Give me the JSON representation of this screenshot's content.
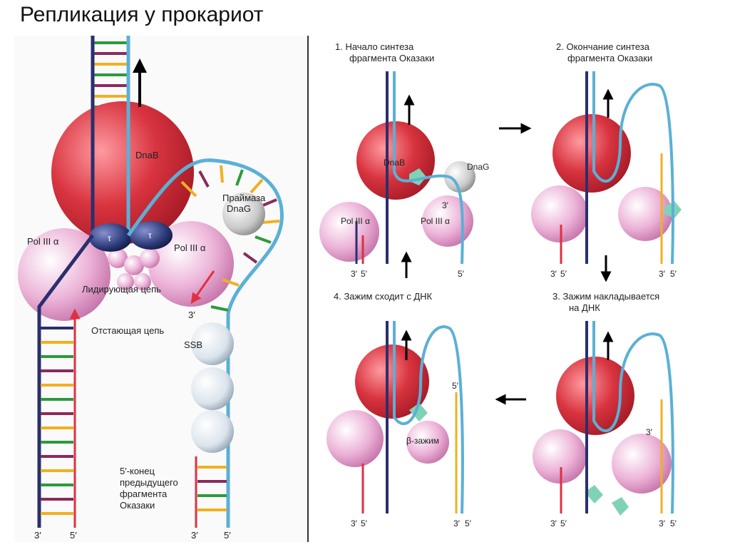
{
  "title": "Репликация у прокариот",
  "left": {
    "dnab": "DnaB",
    "primase_line1": "Праймаза",
    "primase_line2": "DnaG",
    "pol_left": "Pol III α",
    "pol_right": "Pol III α",
    "tau1": "τ",
    "tau2": "τ",
    "leading": "Лидирующая цепь",
    "lagging": "Отстающая цепь",
    "ssb": "SSB",
    "prev_line1": "5′-конец",
    "prev_line2": "предыдущего",
    "prev_line3": "фрагмента",
    "prev_line4": "Оказаки",
    "end_l3": "3′",
    "end_l5": "5′",
    "end_r3": "3′",
    "end_r5": "5′",
    "lag3": "3′"
  },
  "panels": {
    "p1": {
      "title1": "1. Начало синтеза",
      "title2": "фрагмента Оказаки",
      "dnab": "DnaB",
      "dnag": "DnaG",
      "pol_a": "Pol III α",
      "pol_b": "Pol III α",
      "three": "3′",
      "end3": "3′",
      "end5": "5′",
      "end5r": "5′"
    },
    "p2": {
      "title1": "2. Окончание синтеза",
      "title2": "фрагмента Оказаки",
      "end3": "3′",
      "end5": "5′",
      "end3r": "3′",
      "end5r": "5′"
    },
    "p3": {
      "title1": "3. Зажим накладывается",
      "title2": "на ДНК",
      "three": "3′",
      "end3": "3′",
      "end5": "5′",
      "end3r": "3′",
      "end5r": "5′"
    },
    "p4": {
      "title1": "4. Зажим сходит с ДНК",
      "clamp": "β-зажим",
      "five": "5′",
      "end3": "3′",
      "end5": "5′",
      "end3r": "3′",
      "end5r": "5′"
    }
  },
  "colors": {
    "dnab": "#d8343f",
    "pol": "#e8a7d0",
    "tau": "#2c3a78",
    "ssb": "#d9e2ea",
    "dnag": "#c8c8c8",
    "strand_blue": "#5bb0d6",
    "strand_navy": "#2a2f6e",
    "strand_red": "#e03040",
    "strand_orange": "#f0b020",
    "clamp": "#7fd3b5"
  }
}
